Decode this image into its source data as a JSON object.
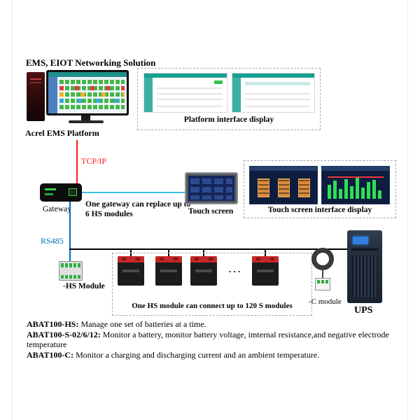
{
  "title": "EMS, EIOT Networking Solution",
  "platform": {
    "label": "Acrel EMS Platform",
    "display_caption": "Platform interface display"
  },
  "links": {
    "tcpip": "TCP/IP",
    "rs485": "RS485"
  },
  "gateway": {
    "label": "Gateway",
    "note": "One gateway can replace up to 6 HS modules"
  },
  "touchscreen": {
    "label": "Touch screen",
    "display_caption": "Touch screen interface display"
  },
  "bus": {
    "hs_module_label": "-HS Module",
    "ellipsis": ". . .",
    "s_modules_note": "One HS module can connect up to 120 S modules",
    "c_module_label": "-C module",
    "ups_label": "UPS"
  },
  "footnotes": [
    {
      "term": "ABAT100-HS:",
      "desc": " Manage one set of batteries at a time."
    },
    {
      "term": "ABAT100-S-02/6/12:",
      "desc": " Monitor a battery, monitor battery voltage, imternal resistance,and negative electrode temperature"
    },
    {
      "term": "ABAT100-C:",
      "desc": " Monitor a charging and discharging current and an ambient temperature."
    }
  ],
  "colors": {
    "tcpip_line": "#ff1a1a",
    "rs485_line": "#0070c0",
    "gateway_touchscreen_line": "#3ec1ea",
    "battery_top": "#c62626"
  }
}
